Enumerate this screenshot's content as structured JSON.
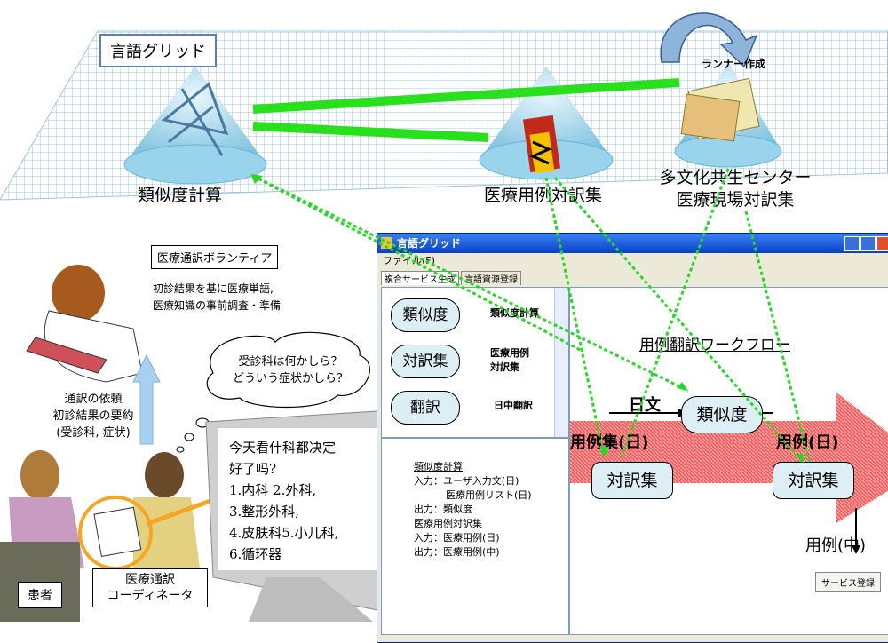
{
  "grid_title": "言語グリッド",
  "resources": {
    "similarity": "類似度計算",
    "medical_corpus": "医療用例対訳集",
    "center_line1": "多文化共生センター",
    "center_line2": "医療現場対訳集",
    "runner": "ランナー作成"
  },
  "volunteer": {
    "title": "医療通訳ボランティア",
    "line1": "初診結果を基に医療単語,",
    "line2": "医療知識の事前調査・準備"
  },
  "thought": {
    "line1": "受診科は何かしら？",
    "line2": "どういう症状かしら？"
  },
  "request": {
    "line1": "通訳の依頼",
    "line2": "初診結果の要約",
    "line3": "(受診科, 症状)"
  },
  "monitor": {
    "line1": "今天看什科都决定",
    "line2": "好了吗?",
    "line3": "1.内科  2.外科,",
    "line4": "3.整形外科,",
    "line5": "4.皮肤科5.小儿科,",
    "line6": "6.循环器"
  },
  "people": {
    "patient": "患者",
    "coord_line1": "医療通訳",
    "coord_line2": "コーディネータ"
  },
  "window": {
    "title": "言語グリッド",
    "menu_file": "ファイル(F)",
    "tab1": "複合サービス生成",
    "tab2": "言語資源登録",
    "services": [
      {
        "node": "類似度",
        "label": "類似度計算"
      },
      {
        "node": "対訳集",
        "label1": "医療用例",
        "label2": "対訳集"
      },
      {
        "node": "翻訳",
        "label": "日中翻訳"
      }
    ],
    "info": {
      "h1": "類似度計算",
      "in1": "入力：ユーザ入力文(日)",
      "in1b": "医療用例リスト(日)",
      "out1": "出力：類似度",
      "h2": "医療用例対訳集",
      "in2": "入力：医療用例(日)",
      "out2": "出力：医療用例(中)"
    },
    "workflow": {
      "title": "用例翻訳ワークフロー",
      "input": "日文",
      "similarity": "類似度",
      "left_label": "用例集(日)",
      "right_label": "用例(日)",
      "corpus_left": "対訳集",
      "corpus_right": "対訳集",
      "output": "用例(中)"
    },
    "register_button": "サービス登録"
  }
}
